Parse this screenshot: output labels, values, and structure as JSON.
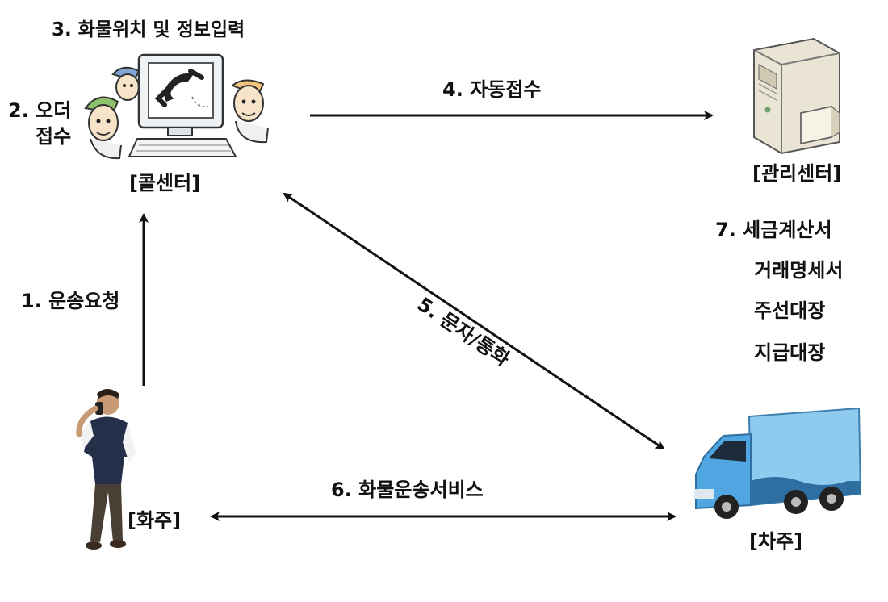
{
  "nodes": {
    "call_center": "[콜센터]",
    "management_center": "[관리센터]",
    "shipper": "[화주]",
    "truck_owner": "[차주]"
  },
  "steps": {
    "s1": "1. 운송요청",
    "s2_line1": "2. 오더",
    "s2_line2": "접수",
    "s3": "3. 화물위치 및 정보입력",
    "s4": "4. 자동접수",
    "s5": "5. 문자/통화",
    "s6": "6. 화물운송서비스",
    "s7_title": "7. 세금계산서",
    "s7_items": [
      "거래명세서",
      "주선대장",
      "지급대장"
    ]
  },
  "colors": {
    "truck_body": "#8ecbee",
    "truck_cab": "#4fa6e0",
    "server": "#e9e4d4",
    "arrow": "#111111"
  },
  "icons": {
    "call_center": "call-center-computer-icon",
    "management": "server-tower-icon",
    "shipper": "man-on-phone-icon",
    "truck_owner": "delivery-truck-icon"
  }
}
